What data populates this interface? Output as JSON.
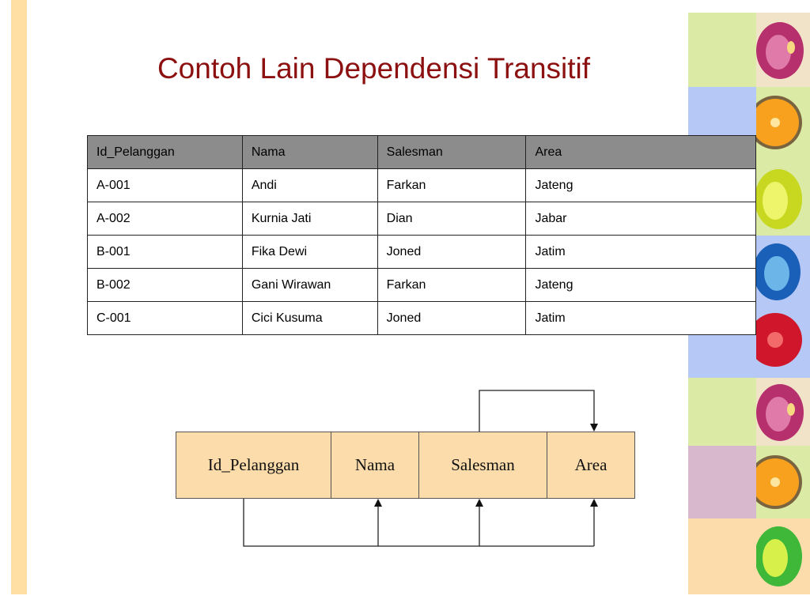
{
  "slide": {
    "title": "Contoh Lain Dependensi Transitif"
  },
  "table": {
    "headers": [
      "Id_Pelanggan",
      "Nama",
      "Salesman",
      "Area"
    ],
    "rows": [
      [
        "A-001",
        "Andi",
        "Farkan",
        "Jateng"
      ],
      [
        "A-002",
        "Kurnia Jati",
        "Dian",
        "Jabar"
      ],
      [
        "B-001",
        "Fika Dewi",
        "Joned",
        "Jatim"
      ],
      [
        "B-002",
        "Gani Wirawan",
        "Farkan",
        "Jateng"
      ],
      [
        "C-001",
        "Cici Kusuma",
        "Joned",
        "Jatim"
      ]
    ]
  },
  "diagram": {
    "attributes": [
      "Id_Pelanggan",
      "Nama",
      "Salesman",
      "Area"
    ]
  },
  "colors": {
    "title": "#8c1010",
    "header_fill": "#8c8c8c",
    "box_fill": "#fbdcaa",
    "left_bar": "#ffdfa3",
    "strip_tiles": [
      "#dbeaa5",
      "#b6c8f5",
      "#d8b8cc",
      "#fbaaa2",
      "#b6c8f5",
      "#dbeaa5",
      "#d8b8cc",
      "#fbdcaa"
    ]
  },
  "decor": {
    "fruit_icons": [
      "apple-slice-icon",
      "orange-slice-icon",
      "lime-slice-icon",
      "blue-apple-icon",
      "red-orange-icon",
      "apple-slice-icon",
      "orange-slice-icon",
      "lime-slice-icon"
    ]
  }
}
